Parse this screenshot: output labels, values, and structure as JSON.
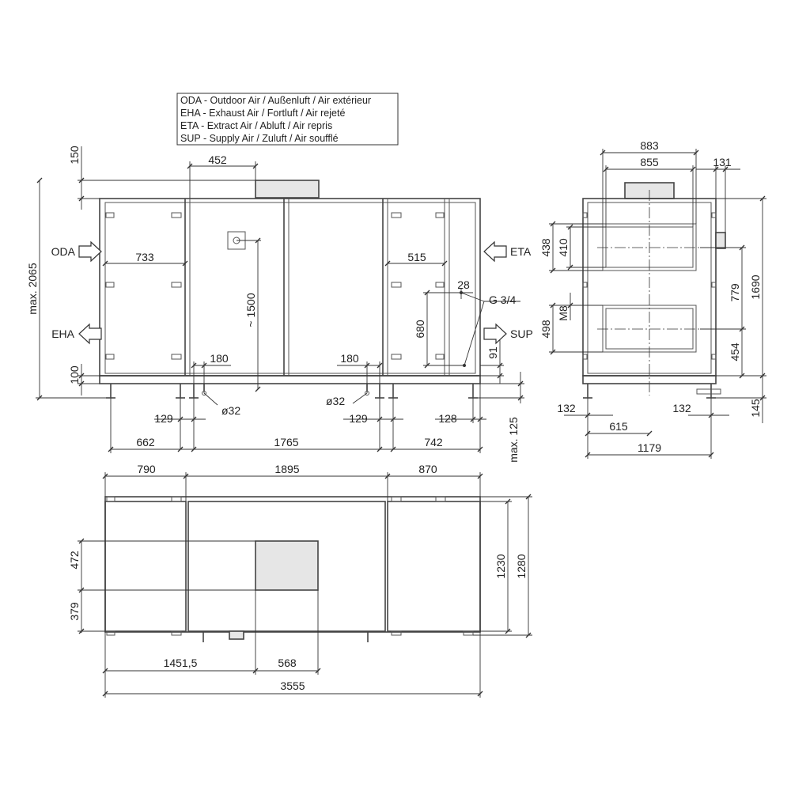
{
  "legend": [
    "ODA - Outdoor Air / Außenluft / Air extérieur",
    "EHA - Exhaust Air / Fortluft / Air rejeté",
    "ETA - Extract Air / Abluft / Air repris",
    "SUP - Supply Air / Zuluft / Air soufflé"
  ],
  "flows": {
    "oda": "ODA",
    "eha": "EHA",
    "eta": "ETA",
    "sup": "SUP"
  },
  "front": {
    "h_150": "150",
    "w_452": "452",
    "h_max2065": "max. 2065",
    "w_733": "733",
    "h_1500": "~ 1500",
    "w_515": "515",
    "w_28": "28",
    "g34": "G 3/4",
    "h_680": "680",
    "h_91": "91",
    "h_100": "100",
    "w_180_left": "180",
    "w_180_right": "180",
    "d32_left": "ø32",
    "d32_right": "ø32",
    "w_129_left": "129",
    "w_129_right": "129",
    "w_128": "128",
    "w_662": "662",
    "w_1765": "1765",
    "w_742": "742",
    "h_max125": "max. 125"
  },
  "side": {
    "w_883": "883",
    "w_855": "855",
    "w_131": "131",
    "h_438": "438",
    "h_410": "410",
    "h_498": "498",
    "m8": "M8",
    "h_779": "779",
    "h_1690": "1690",
    "h_454": "454",
    "h_145": "145",
    "w_132_left": "132",
    "w_132_right": "132",
    "w_615": "615",
    "w_1179": "1179"
  },
  "top": {
    "w_790": "790",
    "w_1895": "1895",
    "w_870": "870",
    "h_472": "472",
    "h_379": "379",
    "h_1230": "1230",
    "h_1280": "1280",
    "w_1451": "1451,5",
    "w_568": "568",
    "w_3555": "3555"
  }
}
